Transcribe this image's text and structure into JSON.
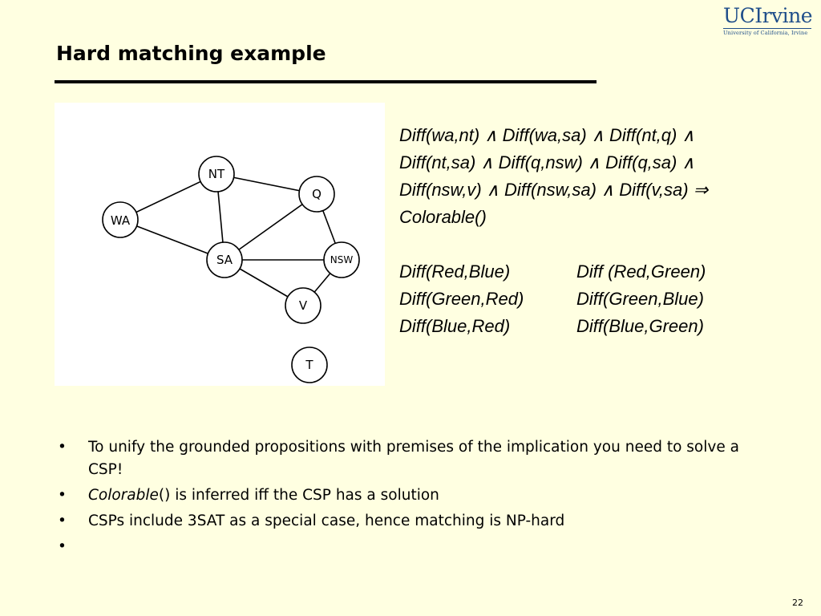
{
  "slide": {
    "title": "Hard matching example",
    "number": "22"
  },
  "logo": {
    "main": "UCIrvine",
    "sub": "University of California, Irvine"
  },
  "graph": {
    "nodes": {
      "nt": "NT",
      "wa": "WA",
      "q": "Q",
      "sa": "SA",
      "nsw": "NSW",
      "v": "V",
      "t": "T"
    }
  },
  "formula": {
    "lines": [
      "Diff(wa,nt) ∧ Diff(wa,sa) ∧ Diff(nt,q) ∧",
      "Diff(nt,sa) ∧ Diff(q,nsw) ∧ Diff(q,sa) ∧",
      "Diff(nsw,v) ∧ Diff(nsw,sa) ∧ Diff(v,sa) ⇒",
      "Colorable()"
    ]
  },
  "facts": {
    "rows": [
      [
        "Diff(Red,Blue)",
        "Diff (Red,Green)"
      ],
      [
        "Diff(Green,Red)",
        "Diff(Green,Blue)"
      ],
      [
        "Diff(Blue,Red)",
        "Diff(Blue,Green)"
      ]
    ]
  },
  "bullets": {
    "marker": "•",
    "items": [
      {
        "text": "To unify the grounded propositions with premises of the implication you need to solve a CSP!"
      },
      {
        "italic": "Colorable",
        "text": "() is inferred iff the CSP has a solution"
      },
      {
        "text": "CSPs include 3SAT as a special case, hence matching is NP-hard"
      },
      {
        "text": ""
      }
    ]
  }
}
